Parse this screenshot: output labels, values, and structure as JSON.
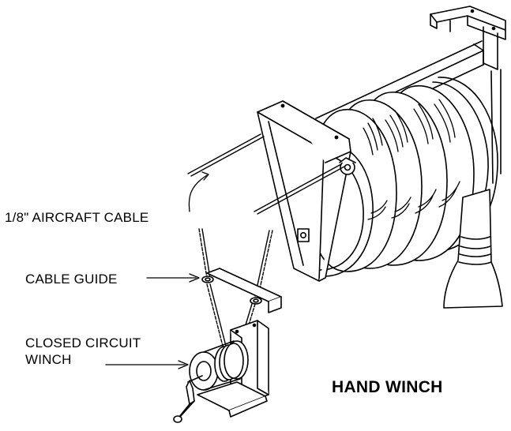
{
  "labels": {
    "aircraft_cable": "1/8\" AIRCRAFT CABLE",
    "cable_guide": "CABLE GUIDE",
    "closed_circuit_line1": "CLOSED CIRCUIT",
    "closed_circuit_line2": "WINCH",
    "title": "HAND WINCH"
  },
  "colors": {
    "ink": "#000000",
    "paper": "#ffffff"
  }
}
